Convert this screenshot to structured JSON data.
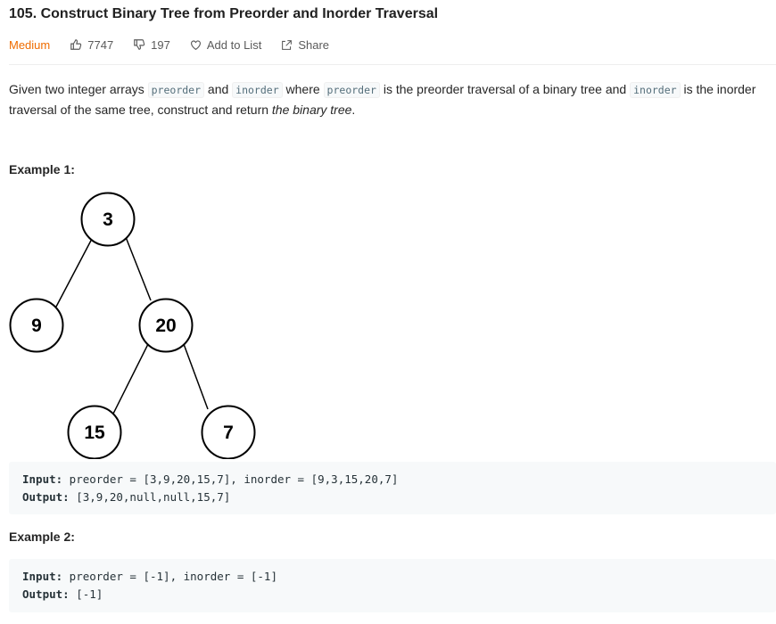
{
  "problem": {
    "title": "105. Construct Binary Tree from Preorder and Inorder Traversal",
    "difficulty": "Medium",
    "likes": "7747",
    "dislikes": "197",
    "add_to_list": "Add to List",
    "share": "Share"
  },
  "description": {
    "p1": "Given two integer arrays ",
    "code1": "preorder",
    "p2": " and ",
    "code2": "inorder",
    "p3": " where ",
    "code3": "preorder",
    "p4": " is the preorder traversal of a binary tree and ",
    "code4": "inorder",
    "p5": " is the inorder traversal of the same tree, construct and return ",
    "em": "the binary tree",
    "p6": "."
  },
  "examples": [
    {
      "title": "Example 1:",
      "tree_nodes": [
        "3",
        "9",
        "20",
        "15",
        "7"
      ],
      "input_label": "Input:",
      "input_value": " preorder = [3,9,20,15,7], inorder = [9,3,15,20,7]",
      "output_label": "Output:",
      "output_value": " [3,9,20,null,null,15,7]"
    },
    {
      "title": "Example 2:",
      "input_label": "Input:",
      "input_value": " preorder = [-1], inorder = [-1]",
      "output_label": "Output:",
      "output_value": " [-1]"
    }
  ],
  "icons": {
    "like": "thumbs-up-icon",
    "dislike": "thumbs-down-icon",
    "list": "heart-icon",
    "share": "share-icon"
  },
  "colors": {
    "difficulty_medium": "#ef6c00",
    "code_bg": "#f7f9fa",
    "text": "#262626"
  }
}
